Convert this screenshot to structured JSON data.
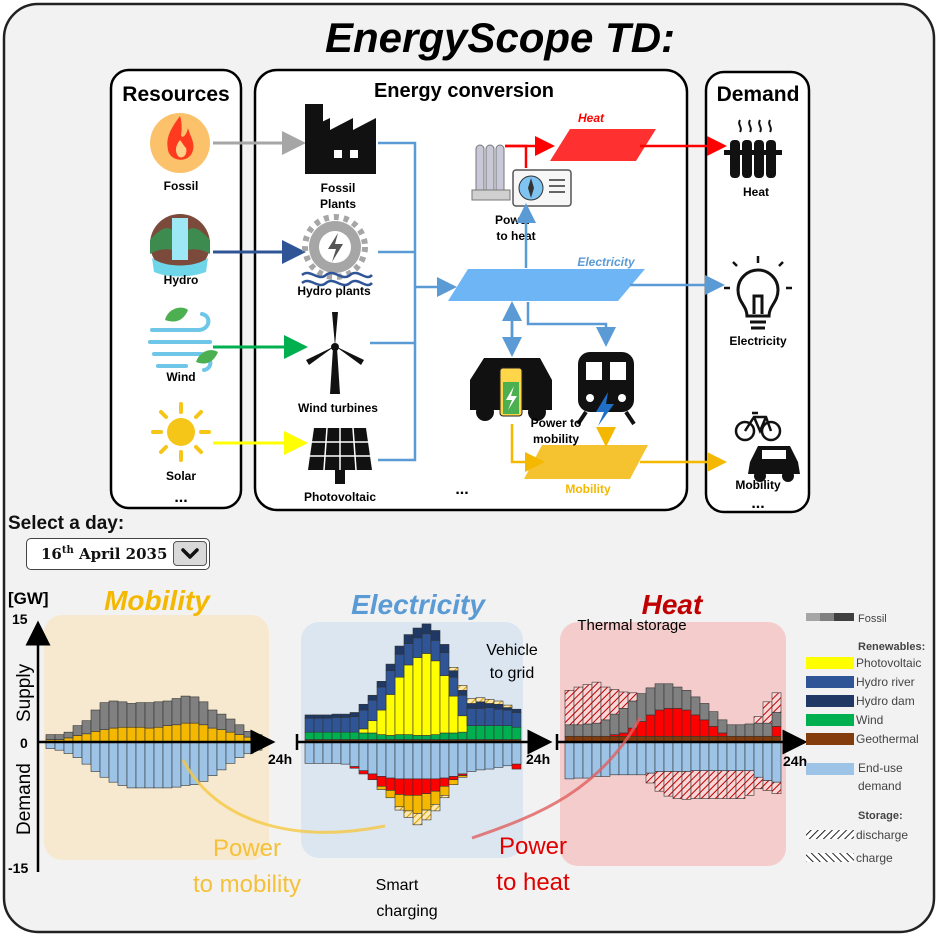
{
  "title": "EnergyScope TD:",
  "sections": {
    "resources": "Resources",
    "conversion": "Energy conversion",
    "demand": "Demand"
  },
  "resources": [
    "Fossil",
    "Hydro",
    "Wind",
    "Solar"
  ],
  "ellipsis": "...",
  "conversion": {
    "fossil_plants": [
      "Fossil",
      "Plants"
    ],
    "hydro_plants": "Hydro plants",
    "wind_turbines": "Wind turbines",
    "photovoltaic": "Photovoltaic",
    "power_to_heat": [
      "Power",
      "to heat"
    ],
    "power_to_mobility": [
      "Power to",
      "mobility"
    ],
    "heat_layer": "Heat",
    "electricity_layer": "Electricity",
    "mobility_layer": "Mobility"
  },
  "demand_items": [
    "Heat",
    "Electricity",
    "Mobility"
  ],
  "select_day": {
    "label": "Select a day:",
    "value_day": "16",
    "value_suffix": "th",
    "value_rest": " April 2035"
  },
  "chart_labels": {
    "unit": "[GW]",
    "y_top": "15",
    "y_zero": "0",
    "y_bottom": "-15",
    "supply": "Supply",
    "demand": "Demand",
    "hours": "24h",
    "mobility": "Mobility",
    "electricity": "Electricity",
    "heat": "Heat",
    "thermal_storage": "Thermal storage",
    "vehicle_to_grid": [
      "Vehicle",
      "to grid"
    ],
    "smart_charging": [
      "Smart",
      "charging"
    ],
    "power_to_mobility": [
      "Power",
      "to mobility"
    ],
    "power_to_heat": [
      "Power",
      "to heat"
    ]
  },
  "legend": {
    "fossil": "Fossil",
    "renewables": "Renewables:",
    "photovoltaic": "Photovoltaic",
    "hydro_river": "Hydro river",
    "hydro_dam": "Hydro dam",
    "wind": "Wind",
    "geothermal": "Geothermal",
    "end_use": [
      "End-use",
      "demand"
    ],
    "storage": "Storage:",
    "discharge": "discharge",
    "charge": "charge"
  },
  "colors": {
    "fossil": "#808080",
    "photovoltaic": "#ffff00",
    "hydro_river": "#2f5597",
    "hydro_dam": "#1f3864",
    "wind": "#00b050",
    "geothermal": "#843c0c",
    "end_use": "#9dc3e6",
    "mobility": "#f5b800",
    "heat": "#ff0000",
    "electricity": "#6db5f5"
  },
  "chart_data": [
    {
      "type": "bar",
      "title": "Mobility",
      "ylabel": "[GW]",
      "ylim": [
        -15,
        15
      ],
      "xlabel": "24h",
      "x": [
        1,
        2,
        3,
        4,
        5,
        6,
        7,
        8,
        9,
        10,
        11,
        12,
        13,
        14,
        15,
        16,
        17,
        18,
        19,
        20,
        21,
        22,
        23,
        24
      ],
      "series": [
        {
          "name": "Power to mobility",
          "values": [
            0.3,
            0.3,
            0.5,
            0.8,
            1.0,
            1.3,
            1.5,
            1.7,
            1.8,
            1.8,
            1.8,
            1.7,
            1.8,
            2.0,
            2.1,
            2.3,
            2.3,
            2.1,
            1.7,
            1.5,
            1.2,
            0.9,
            0.6,
            0.4
          ]
        },
        {
          "name": "Fossil",
          "values": [
            0.6,
            0.6,
            0.7,
            1.2,
            1.6,
            2.6,
            3.3,
            3.3,
            3.1,
            2.9,
            3.0,
            3.1,
            3.1,
            3.0,
            3.2,
            3.3,
            3.2,
            2.8,
            2.2,
            1.9,
            1.6,
            1.2,
            0.7,
            0.5
          ]
        },
        {
          "name": "End-use demand",
          "values": [
            -0.8,
            -1.0,
            -1.4,
            -1.9,
            -2.7,
            -3.6,
            -4.3,
            -4.9,
            -5.3,
            -5.6,
            -5.6,
            -5.6,
            -5.6,
            -5.6,
            -5.5,
            -5.3,
            -5.2,
            -4.8,
            -4.1,
            -3.4,
            -2.6,
            -1.9,
            -1.4,
            -1.0
          ]
        }
      ]
    },
    {
      "type": "bar",
      "title": "Electricity",
      "ylabel": "[GW]",
      "ylim": [
        -15,
        15
      ],
      "xlabel": "24h",
      "x": [
        1,
        2,
        3,
        4,
        5,
        6,
        7,
        8,
        9,
        10,
        11,
        12,
        13,
        14,
        15,
        16,
        17,
        18,
        19,
        20,
        21,
        22,
        23,
        24
      ],
      "series": [
        {
          "name": "Geothermal",
          "values": [
            0.3,
            0.3,
            0.3,
            0.3,
            0.3,
            0.3,
            0.3,
            0.3,
            0.3,
            0.3,
            0.3,
            0.3,
            0.3,
            0.3,
            0.3,
            0.3,
            0.3,
            0.3,
            0.3,
            0.3,
            0.3,
            0.3,
            0.3,
            0.3
          ]
        },
        {
          "name": "Wind",
          "values": [
            0.9,
            0.9,
            0.9,
            0.9,
            0.9,
            0.9,
            0.8,
            0.8,
            0.6,
            0.5,
            0.6,
            0.6,
            0.5,
            0.5,
            0.6,
            0.8,
            0.8,
            0.9,
            1.7,
            1.7,
            1.7,
            1.7,
            1.7,
            1.5
          ]
        },
        {
          "name": "Photovoltaic",
          "values": [
            0,
            0,
            0,
            0,
            0,
            0,
            0.5,
            1.5,
            3.0,
            5.0,
            7.0,
            8.5,
            9.5,
            10.0,
            9.0,
            7.0,
            4.5,
            2.0,
            0,
            0,
            0,
            0,
            0,
            0
          ]
        },
        {
          "name": "Hydro river",
          "values": [
            1.7,
            1.7,
            1.7,
            1.8,
            1.8,
            1.9,
            2.3,
            2.5,
            2.8,
            2.9,
            2.8,
            2.6,
            2.4,
            2.4,
            2.5,
            2.8,
            2.3,
            2.5,
            2.1,
            2.1,
            2.2,
            2.0,
            1.9,
            1.8
          ]
        },
        {
          "name": "Hydro dam",
          "values": [
            0.4,
            0.4,
            0.4,
            0.4,
            0.4,
            0.5,
            0.7,
            0.6,
            0.7,
            0.8,
            1.0,
            1.1,
            1.2,
            1.2,
            1.2,
            1.0,
            0.8,
            0.6,
            0.6,
            0.8,
            0.5,
            0.6,
            0.3,
            0.4
          ]
        },
        {
          "name": "Vehicle to grid",
          "values": [
            0,
            0,
            0,
            0,
            0,
            0,
            0,
            0,
            0,
            0,
            0,
            0,
            0,
            0,
            0,
            0,
            0.4,
            0.6,
            0.6,
            0.5,
            0.5,
            0.4,
            0.3,
            0
          ]
        },
        {
          "name": "End-use demand",
          "values": [
            -2.6,
            -2.6,
            -2.6,
            -2.6,
            -2.7,
            -3.0,
            -3.5,
            -3.9,
            -4.2,
            -4.4,
            -4.5,
            -4.5,
            -4.5,
            -4.5,
            -4.5,
            -4.4,
            -4.2,
            -3.9,
            -3.6,
            -3.4,
            -3.3,
            -3.1,
            -2.9,
            -2.7
          ]
        },
        {
          "name": "Power to heat",
          "values": [
            0,
            0,
            0,
            0,
            0,
            -0.2,
            -0.4,
            -0.7,
            -1.2,
            -1.5,
            -1.9,
            -2.0,
            -2.0,
            -1.8,
            -1.5,
            -1.0,
            -0.4,
            -0.2,
            0,
            0,
            0,
            0,
            0,
            -0.6
          ]
        },
        {
          "name": "Power to mobility",
          "values": [
            0,
            0,
            0,
            0,
            0,
            0,
            0,
            0,
            -0.4,
            -0.9,
            -1.5,
            -1.9,
            -2.2,
            -2.0,
            -1.6,
            -1.1,
            -0.6,
            -0.2,
            0,
            0,
            0,
            0,
            0,
            0
          ]
        },
        {
          "name": "Smart charging",
          "values": [
            0,
            0,
            0,
            0,
            0,
            0,
            0,
            0,
            0,
            0,
            -0.4,
            -0.8,
            -1.4,
            -1.2,
            -0.8,
            -0.3,
            0,
            0,
            0,
            0,
            0,
            0,
            0,
            0
          ]
        }
      ]
    },
    {
      "type": "bar",
      "title": "Heat",
      "ylabel": "[GW]",
      "ylim": [
        -15,
        15
      ],
      "xlabel": "24h",
      "x": [
        1,
        2,
        3,
        4,
        5,
        6,
        7,
        8,
        9,
        10,
        11,
        12,
        13,
        14,
        15,
        16,
        17,
        18,
        19,
        20,
        21,
        22,
        23,
        24
      ],
      "series": [
        {
          "name": "Geothermal",
          "values": [
            0.7,
            0.7,
            0.7,
            0.7,
            0.7,
            0.7,
            0.7,
            0.7,
            0.7,
            0.7,
            0.7,
            0.7,
            0.7,
            0.7,
            0.7,
            0.7,
            0.7,
            0.7,
            0.7,
            0.7,
            0.7,
            0.7,
            0.7,
            0.7
          ]
        },
        {
          "name": "Power to heat",
          "values": [
            0,
            0,
            0,
            0,
            0,
            0.2,
            0.4,
            1.0,
            1.8,
            2.6,
            3.2,
            3.4,
            3.4,
            3.2,
            2.6,
            2.0,
            1.2,
            0.4,
            0,
            0,
            0,
            0,
            0,
            1.2
          ]
        },
        {
          "name": "Fossil",
          "values": [
            1.4,
            1.4,
            1.5,
            1.6,
            2.0,
            2.5,
            3.0,
            3.3,
            3.4,
            3.3,
            3.2,
            3.0,
            2.6,
            2.4,
            2.2,
            2.0,
            1.8,
            1.6,
            1.4,
            1.4,
            1.5,
            1.6,
            1.6,
            1.7
          ]
        },
        {
          "name": "Thermal storage discharge",
          "values": [
            4.2,
            4.6,
            4.8,
            5.0,
            4.0,
            3.0,
            2.0,
            1.0,
            0,
            0,
            0,
            0,
            0,
            0,
            0,
            0,
            0,
            0,
            0,
            0,
            0,
            0.8,
            2.6,
            2.4
          ]
        },
        {
          "name": "End-use demand",
          "values": [
            -4.5,
            -4.4,
            -4.4,
            -4.2,
            -4.2,
            -4.0,
            -4.0,
            -4.0,
            -4.0,
            -3.8,
            -3.6,
            -3.6,
            -3.6,
            -3.6,
            -3.5,
            -3.5,
            -3.5,
            -3.5,
            -3.5,
            -3.5,
            -3.5,
            -4.3,
            -4.7,
            -4.9
          ]
        },
        {
          "name": "Thermal storage charge",
          "values": [
            0,
            0,
            0,
            0,
            0,
            0,
            0,
            0,
            0,
            -1.2,
            -2.4,
            -3.0,
            -3.3,
            -3.4,
            -3.4,
            -3.4,
            -3.4,
            -3.4,
            -3.4,
            -3.4,
            -3.0,
            -1.4,
            -1.2,
            -1.4
          ]
        }
      ]
    }
  ]
}
